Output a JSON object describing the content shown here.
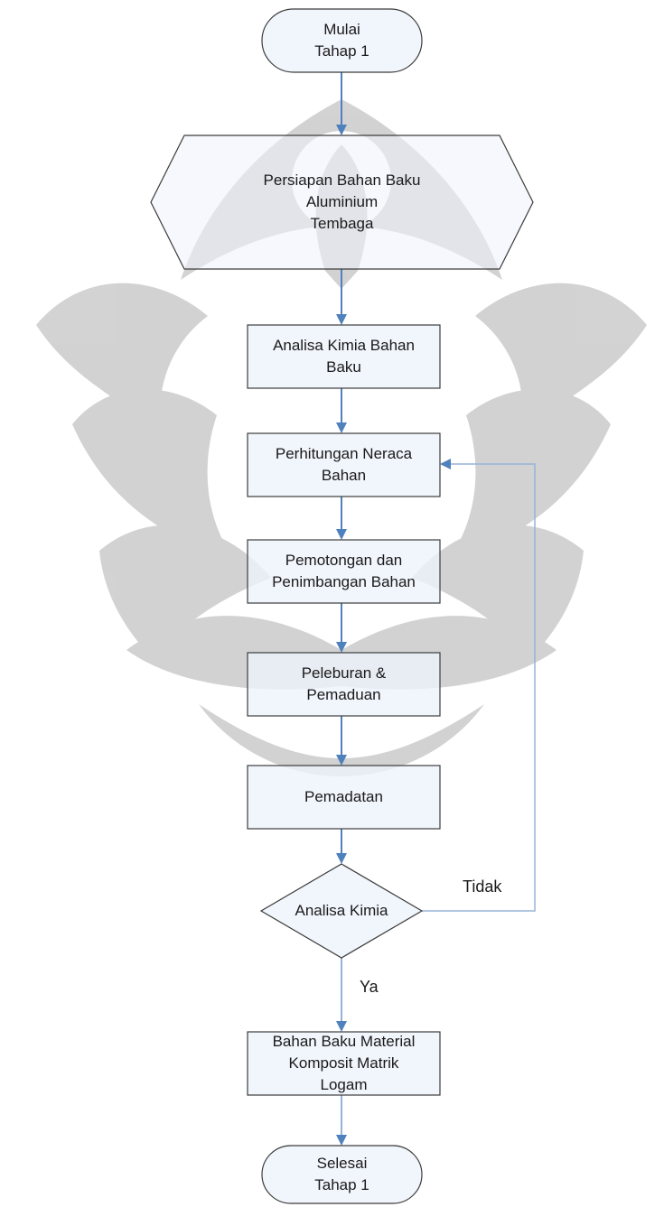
{
  "flowchart": {
    "start": "Mulai\nTahap 1",
    "prepare": "Persiapan Bahan Baku\nAluminium\nTembaga",
    "chem_analysis_raw": "Analisa Kimia Bahan\nBaku",
    "mass_balance": "Perhitungan Neraca\nBahan",
    "cut_weigh": "Pemotongan dan\nPenimbangan Bahan",
    "melt_alloy": "Peleburan &\nPemaduan",
    "casting": "Pemadatan",
    "chem_analysis": "Analisa Kimia",
    "label_no": "Tidak",
    "label_yes": "Ya",
    "result": "Bahan Baku Material\nKomposit Matrik\nLogam",
    "end": "Selesai\nTahap 1"
  },
  "colors": {
    "box_fill": "#eef3fb",
    "box_stroke": "#3c3c3c",
    "arrow": "#4f81bd",
    "loop_line": "#95b3d7",
    "watermark": "#c4c4c4"
  }
}
